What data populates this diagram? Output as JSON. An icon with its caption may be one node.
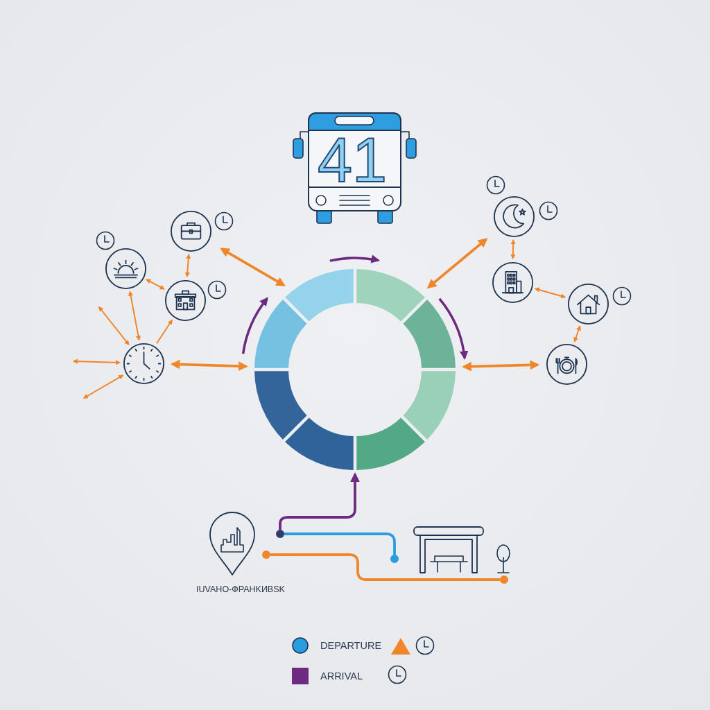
{
  "diagram": {
    "nodes": [
      {
        "text": [],
        "shape": "circle"
      },
      {
        "text": [],
        "shape": "circle"
      },
      {
        "text": [],
        "shape": "circle"
      },
      {
        "text": [],
        "shape": "circle"
      },
      {
        "text": [],
        "shape": "circle"
      },
      {
        "text": [],
        "shape": "circle"
      },
      {
        "text": [],
        "shape": "circle"
      },
      {
        "text": [],
        "shape": "circle"
      },
      {
        "text": [],
        "shape": "ring"
      },
      {
        "text": [],
        "shape": "circle"
      },
      {
        "text": [],
        "shape": "circle"
      },
      {
        "text": [],
        "shape": "circle"
      },
      {
        "text": [],
        "shape": "circle"
      }
    ],
    "edges": [
      {
        "from": 3,
        "to": 8,
        "arrow": "both",
        "style": "thick"
      },
      {
        "from": 0,
        "to": 8,
        "arrow": "both",
        "style": "thick"
      },
      {
        "from": 0,
        "to": 2,
        "arrow": "both"
      },
      {
        "from": 1,
        "to": 2,
        "arrow": "both"
      },
      {
        "from": 1,
        "to": 3,
        "arrow": "both"
      },
      {
        "from": 3,
        "to": 2,
        "arrow": "to"
      },
      {
        "from": null,
        "to": 3,
        "arrow": "both"
      },
      {
        "from": null,
        "to": 3,
        "arrow": "both"
      },
      {
        "from": null,
        "to": 3,
        "arrow": "both"
      },
      {
        "from": 8,
        "to": 4,
        "arrow": "both",
        "style": "thick"
      },
      {
        "from": 4,
        "to": 5,
        "arrow": "both"
      },
      {
        "from": 5,
        "to": 6,
        "arrow": "both"
      },
      {
        "from": 6,
        "to": 7,
        "arrow": "both"
      },
      {
        "from": 8,
        "to": 7,
        "arrow": "both",
        "style": "thick"
      },
      {
        "from": 9,
        "to": 8,
        "arrow": "to",
        "style": "thick",
        "color": "#6e2a80"
      },
      {
        "from": 9,
        "to": 10,
        "arrow": "none",
        "style": "thick",
        "color": "#2a9de0"
      },
      {
        "from": 11,
        "to": 12,
        "arrow": "none",
        "style": "thick"
      }
    ],
    "labels": [
      "41",
      "IUVAHO-ФPAHKИBSK"
    ],
    "legend": [
      {
        "text": "DEPARTURE",
        "color": "#2a9de0"
      },
      {
        "text": "ARRIVAL",
        "color": "#6e2a80"
      }
    ]
  }
}
